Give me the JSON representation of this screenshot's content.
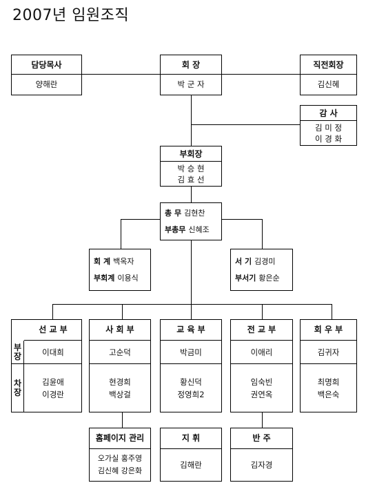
{
  "title": "2007년 임원조직",
  "pastor": {
    "role": "담당목사",
    "name": "양해란"
  },
  "president": {
    "role": "회 장",
    "name": "박 군 자"
  },
  "ex_president": {
    "role": "직전회장",
    "name": "김신혜"
  },
  "auditor": {
    "role": "감 사",
    "names": [
      "김 미 정",
      "이 경 화"
    ]
  },
  "vice_president": {
    "role": "부회장",
    "names": [
      "박 승 현",
      "김 효 선"
    ]
  },
  "general": {
    "rows": [
      {
        "role": "총 무",
        "name": "김현찬"
      },
      {
        "role": "부총무",
        "name": "신혜조"
      }
    ]
  },
  "accounting": {
    "rows": [
      {
        "role": "회 계",
        "name": "백옥자"
      },
      {
        "role": "부회계",
        "name": "이용식"
      }
    ]
  },
  "secretary": {
    "rows": [
      {
        "role": "서 기",
        "name": "김경미"
      },
      {
        "role": "부서기",
        "name": "황은순"
      }
    ]
  },
  "row_labels": {
    "head": "부\n장",
    "deputy": "차\n장"
  },
  "departments": [
    {
      "name": "선 교 부",
      "head": "이대희",
      "deputy": [
        "김윤애",
        "이경란"
      ]
    },
    {
      "name": "사 회 부",
      "head": "고순덕",
      "deputy": [
        "현경희",
        "백상걸"
      ]
    },
    {
      "name": "교 육 부",
      "head": "박금미",
      "deputy": [
        "황신덕",
        "정영희2"
      ]
    },
    {
      "name": "전 교 부",
      "head": "이애리",
      "deputy": [
        "임숙빈",
        "권연옥"
      ]
    },
    {
      "name": "회 우 부",
      "head": "김귀자",
      "deputy": [
        "최명희",
        "백은숙"
      ]
    }
  ],
  "sub_units": [
    {
      "name": "홈페이지 관리",
      "members": [
        "오가실 홍주영",
        "김신혜 강은화"
      ]
    },
    {
      "name": "지 휘",
      "members": [
        "김해란"
      ]
    },
    {
      "name": "반 주",
      "members": [
        "김자경"
      ]
    }
  ]
}
